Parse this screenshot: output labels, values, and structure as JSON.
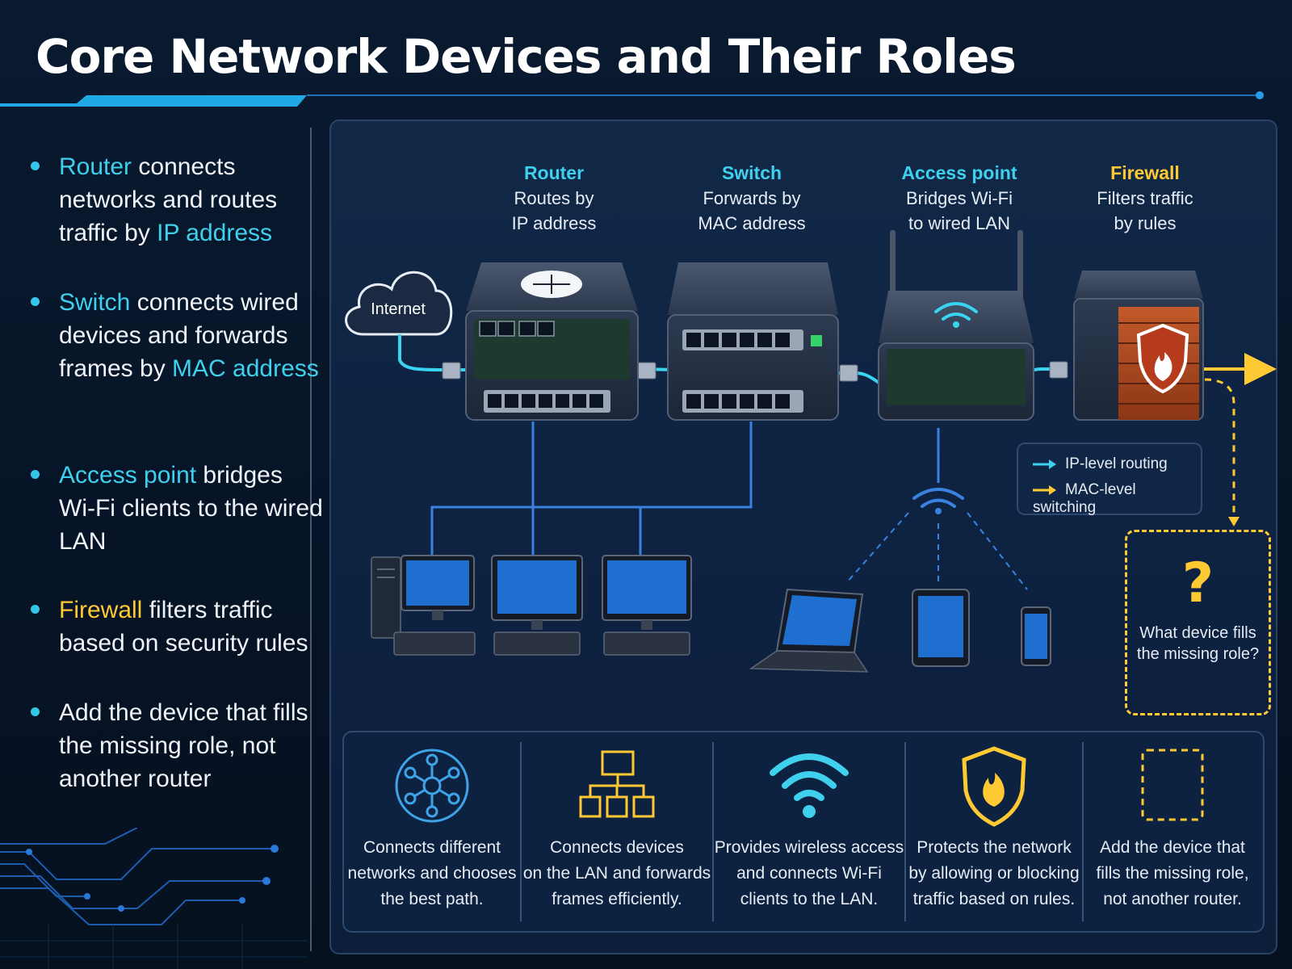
{
  "title": "Core Network Devices and Their Roles",
  "bullets": [
    {
      "key": "Router",
      "rest": " connects networks and routes traffic by ",
      "tail": "IP address",
      "color": "#3fd0ee"
    },
    {
      "key": "Switch",
      "rest": " connects wired devices and forwards frames by ",
      "tail": "MAC address",
      "color": "#3fd0ee"
    },
    {
      "key": "Access point",
      "rest": " bridges Wi-Fi clients to the wired LAN",
      "tail": "",
      "color": "#3fd0ee"
    },
    {
      "key": "Firewall",
      "rest": " filters traffic based on security rules",
      "tail": "",
      "color": "#ffc934"
    },
    {
      "key": "",
      "rest": "Add the device that fills the missing role, not another router",
      "tail": "",
      "color": ""
    }
  ],
  "diagram": {
    "internet_label": "Internet",
    "devices": [
      {
        "name": "Router",
        "desc1": "Routes by",
        "desc2": "IP address"
      },
      {
        "name": "Switch",
        "desc1": "Forwards by",
        "desc2": "MAC address"
      },
      {
        "name": "Access point",
        "desc1": "Bridges Wi-Fi",
        "desc2": "to wired LAN"
      },
      {
        "name": "Firewall",
        "desc1": "Filters traffic",
        "desc2": "by rules"
      }
    ],
    "legend": [
      {
        "label": "IP-level routing",
        "color": "#3fd0ee"
      },
      {
        "label": "MAC-level switching",
        "color": "#ffc934"
      }
    ],
    "missing": {
      "symbol": "?",
      "text": "What device fills the missing role?"
    }
  },
  "cards": [
    {
      "icon": "router-hub-icon",
      "line1": "Connects different",
      "line2": "networks and chooses",
      "line3": "the best path."
    },
    {
      "icon": "switch-tree-icon",
      "line1": "Connects devices",
      "line2": "on the LAN and forwards",
      "line3": "frames efficiently."
    },
    {
      "icon": "wifi-icon",
      "line1": "Provides wireless access",
      "line2": "and connects Wi-Fi",
      "line3": "clients to the LAN."
    },
    {
      "icon": "shield-flame-icon",
      "line1": "Protects the network",
      "line2": "by allowing or blocking",
      "line3": "traffic based on rules."
    },
    {
      "icon": "dashed-square-icon",
      "line1": "Add the device that",
      "line2": "fills the missing role,",
      "line3": "not another router."
    }
  ],
  "colors": {
    "accent_cyan": "#3fd0ee",
    "accent_yellow": "#ffc934",
    "link_blue": "#3b82e0",
    "background": "#071427"
  }
}
